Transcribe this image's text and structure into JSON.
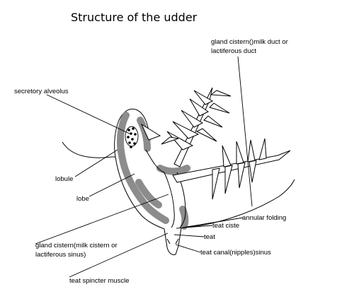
{
  "diagram": {
    "title": "Structure of the udder",
    "labels": {
      "gland_cistern_duct_line1": "gland cistern()milk duct or",
      "gland_cistern_duct_line2": "lactiferous duct",
      "secretory_alveolus": "secretory alveolus",
      "lobule": "lobule",
      "lobe": "lobe",
      "annular_folding": "annular folding",
      "teat_cistern": "teat ciste",
      "teat": "teat",
      "gland_cistern_sinus_line1": "gland cistern(milk cistern or",
      "gland_cistern_sinus_line2": "lactiferous sinus)",
      "teat_canal": "teat canal(nipples)sinus",
      "teat_sphincter": "teat spincter muscle"
    },
    "colors": {
      "tissue": "#8c8c8c",
      "line": "#000000",
      "background": "#ffffff"
    }
  }
}
